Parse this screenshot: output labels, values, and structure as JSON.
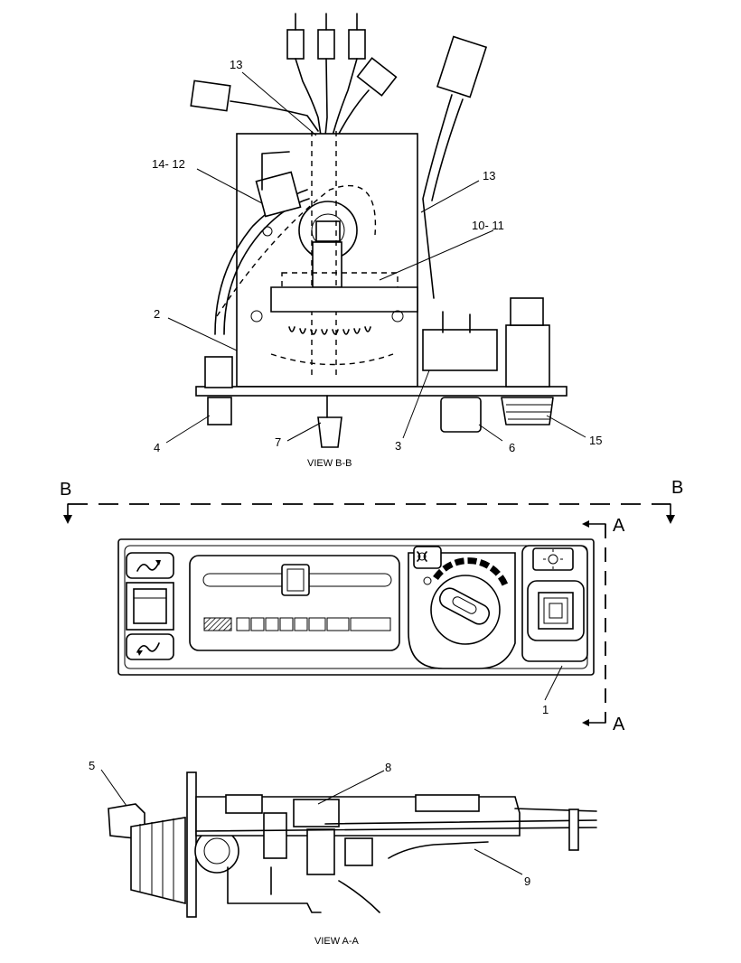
{
  "view_bb": {
    "caption": "VIEW B-B",
    "callouts": [
      "13",
      "14- 12",
      "13",
      "10- 11",
      "2",
      "4",
      "7",
      "3",
      "6",
      "15"
    ]
  },
  "section": {
    "b_left": "B",
    "b_right": "B",
    "a_top": "A",
    "a_bottom": "A"
  },
  "panel": {
    "callout": "1"
  },
  "view_aa": {
    "caption": "VIEW A-A",
    "callouts": [
      "5",
      "8",
      "9"
    ]
  }
}
